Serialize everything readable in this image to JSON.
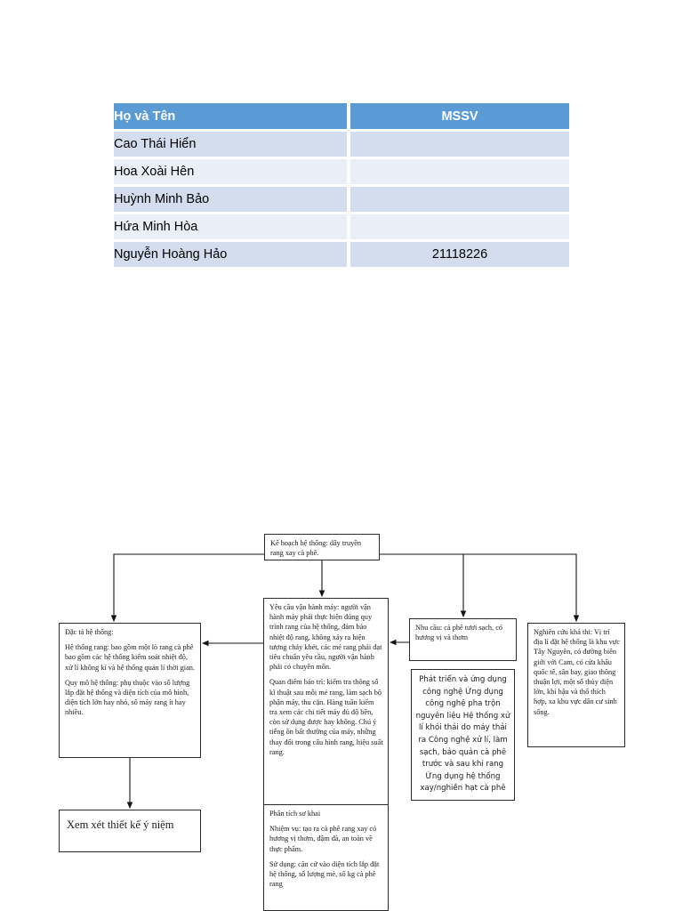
{
  "table": {
    "headers": [
      "Họ và Tên",
      "MSSV"
    ],
    "rows": [
      {
        "name": "Cao Thái Hiển",
        "mssv": ""
      },
      {
        "name": "Hoa Xoài Hên",
        "mssv": ""
      },
      {
        "name": "Huỳnh Minh Bảo",
        "mssv": ""
      },
      {
        "name": "Hứa Minh Hòa",
        "mssv": ""
      },
      {
        "name": "Nguyễn Hoàng Hảo",
        "mssv": "21118226"
      }
    ],
    "colors": {
      "header_bg": "#5b9bd5",
      "header_fg": "#ffffff",
      "row_odd_bg": "#d3ddee",
      "row_even_bg": "#e9eef7"
    }
  },
  "flowchart": {
    "plan": {
      "text": "Kế hoạch hệ thống: dây truyền rang xay cà phê."
    },
    "spec": {
      "title": "Đặc tả hệ thống:",
      "p1": "Hệ thống rang: bao gồm một lò rang cà phê bao gồm các hệ thống kiểm soát nhiệt độ, xử lí không kí và hệ thống quản lí thời gian.",
      "p2": "Quy mô hệ thống: phụ thuộc vào số lượng lắp đặt hệ thống và diện tích của mô hình, diện tích lớn hay nhỏ, số máy rang ít hay nhiều."
    },
    "operate": {
      "p1": "Yêu cầu vận hành máy: người vận hành máy phải thực hiện đúng quy trình rang của hệ thống, đảm bảo nhiệt độ rang, không xảy ra hiện tượng cháy khét, các mẻ rang phải đạt tiêu chuẩn yêu cầu, người vận hành phải có chuyên môn.",
      "p2": "Quan điểm bảo trì: kiểm tra thông số kĩ thuật sau mỗi mẻ rang, làm sạch bộ phận máy, thu cặn. Hàng tuần kiểm tra xem các chi tiết máy đủ độ bền, còn sử dụng được hay không. Chú ý tiếng ồn bất thường của máy, những thay đổi trong cấu hình rang, hiệu suất rang."
    },
    "analysis": {
      "title": "Phân tích sơ khai",
      "p1": "Nhiệm vụ: tạo ra cà phê rang xay có hương vị thơm, đậm đà, an toàn về thực phẩm.",
      "p2": "Sử dụng: căn cứ vào diện tích lắp đặt hệ thống, số lượng mẻ, số kg cà phê rang"
    },
    "need": {
      "text": "Nhu cầu: cà phê tươi sạch, có hương vị và thơm"
    },
    "apply": {
      "lines": "Phát triển và ứng dụng công nghệ Ứng dụng công nghệ pha trộn nguyên liệu Hệ thống xử lí khói thải do máy thải ra Công nghệ xử lí, làm sạch, bảo quản cà phê trước và sau khi rang Ứng dụng hệ thống xay/nghiền hạt cà phê"
    },
    "feasibility": {
      "text": "Nghiên cứu khả thi: Vị trí địa lí đặt hệ thống là khu vực Tây Nguyên, có đường biên giới với Cam, có cửa khẩu quốc tế, sân bay, giao thông thuận lợi, một số thủy điện lớn, khí hậu và thổ thích hợp, xa khu vực dân cư sinh sống."
    },
    "review": {
      "text": "Xem xét thiết kế ý niệm"
    }
  }
}
